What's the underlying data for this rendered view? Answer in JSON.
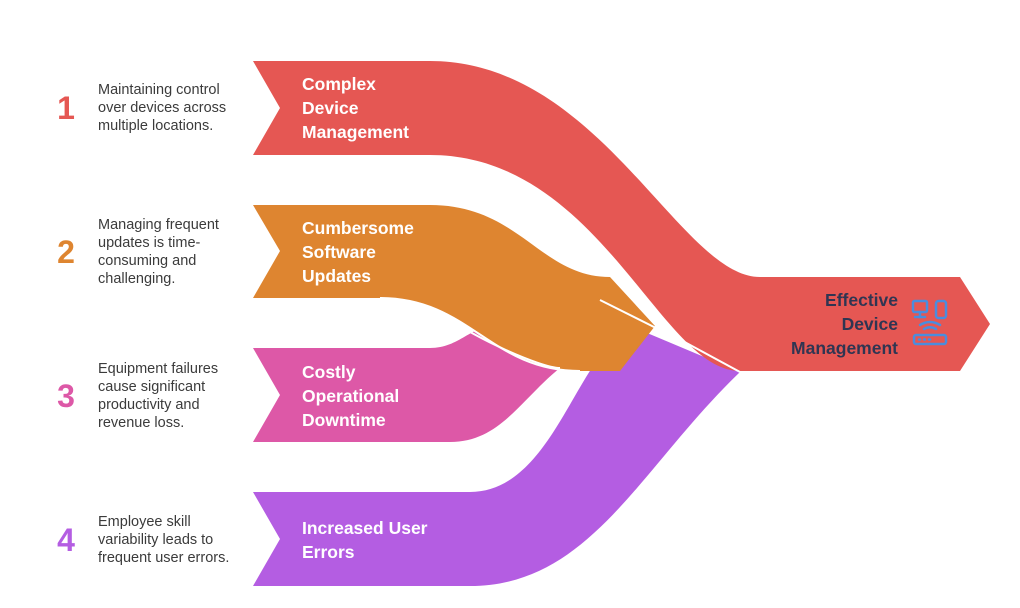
{
  "items": [
    {
      "number": "1",
      "title_lines": [
        "Complex",
        "Device",
        "Management"
      ],
      "description_lines": [
        "Maintaining control",
        "over devices across",
        "multiple locations."
      ],
      "color": "#E55753"
    },
    {
      "number": "2",
      "title_lines": [
        "Cumbersome",
        "Software",
        "Updates"
      ],
      "description_lines": [
        "Managing frequent",
        "updates is time-",
        "consuming and",
        "challenging."
      ],
      "color": "#DE8530"
    },
    {
      "number": "3",
      "title_lines": [
        "Costly",
        "Operational",
        "Downtime"
      ],
      "description_lines": [
        "Equipment failures",
        "cause significant",
        "productivity and",
        "revenue loss."
      ],
      "color": "#DD58A7"
    },
    {
      "number": "4",
      "title_lines": [
        "Increased User",
        "Errors"
      ],
      "description_lines": [
        "Employee skill",
        "variability leads to",
        "frequent user errors."
      ],
      "color": "#B45DE2"
    }
  ],
  "goal": {
    "title_lines": [
      "Effective",
      "Device",
      "Management"
    ],
    "color": "#E55753",
    "text_color": "#2F3552",
    "icon": "network-devices-icon",
    "icon_color": "#4A8DDE"
  }
}
